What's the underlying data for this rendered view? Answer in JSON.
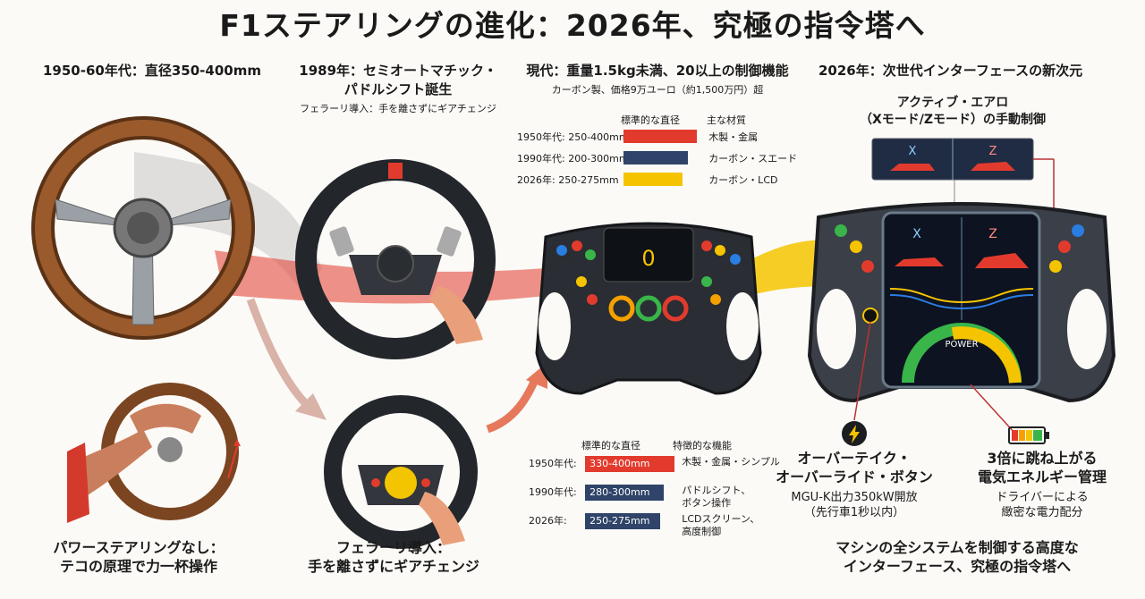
{
  "title": "F1ステアリングの進化：2026年、究極の指令塔へ",
  "eras": {
    "e1": {
      "heading": "1950-60年代：直径350-400mm",
      "caption_lines": [
        "パワーステアリングなし：",
        "テコの原理で力一杯操作"
      ]
    },
    "e2": {
      "heading_lines": [
        "1989年：セミオートマチック・",
        "パドルシフト誕生"
      ],
      "sub": "フェラーリ導入：手を離さずにギアチェンジ",
      "caption_lines": [
        "フェラーリ導入：",
        "手を離さずにギアチェンジ"
      ]
    },
    "e3": {
      "heading": "現代：重量1.5kg未満、20以上の制御機能",
      "sub": "カーボン製、価格9万ユーロ（約1,500万円）超"
    },
    "e4": {
      "heading": "2026年：次世代インターフェースの新次元",
      "aero_lines": [
        "アクティブ・エアロ",
        "（Xモード/Zモード）の手動制御"
      ],
      "overtake_lines": [
        "オーバーテイク・",
        "オーバーライド・ボタン"
      ],
      "overtake_sub_lines": [
        "MGU-K出力350kW開放",
        "（先行車1秒以内）"
      ],
      "energy_lines": [
        "3倍に跳ね上がる",
        "電気エネルギー管理"
      ],
      "energy_sub_lines": [
        "ドライバーによる",
        "緻密な電力配分"
      ],
      "summary_lines": [
        "マシンの全システムを制御する高度な",
        "インターフェース、究極の指令塔へ"
      ]
    }
  },
  "table_top": {
    "col1": "標準的な直径",
    "col2": "主な材質",
    "rows": [
      {
        "label": "1950年代: 250-400mm",
        "material": "木製・金属",
        "color": "#e23b2e"
      },
      {
        "label": "1990年代: 200-300mm",
        "material": "カーボン・スエード",
        "color": "#2f4468"
      },
      {
        "label": "2026年: 250-275mm",
        "material": "カーボン・LCD",
        "color": "#f5c400"
      }
    ]
  },
  "table_bottom": {
    "col1": "標準的な直径",
    "col2": "特徴的な機能",
    "rows": [
      {
        "label": "1950年代:",
        "value": "330-400mm",
        "feature_lines": [
          "木製・金属・シンプル"
        ],
        "color": "#e23b2e"
      },
      {
        "label": "1990年代:",
        "value": "280-300mm",
        "feature_lines": [
          "パドルシフト、",
          "ボタン操作"
        ],
        "color": "#2f4468"
      },
      {
        "label": "2026年:",
        "value": "250-275mm",
        "feature_lines": [
          "LCDスクリーン、",
          "高度制御"
        ],
        "color": "#2f4468"
      }
    ]
  },
  "screen": {
    "x_label": "X",
    "z_label": "Z",
    "power_label": "POWER",
    "digit": "0"
  },
  "colors": {
    "red": "#e23b2e",
    "navy": "#2f4468",
    "yellow": "#f5c400",
    "wood": "#7a4520",
    "rim": "#2b2f36"
  }
}
